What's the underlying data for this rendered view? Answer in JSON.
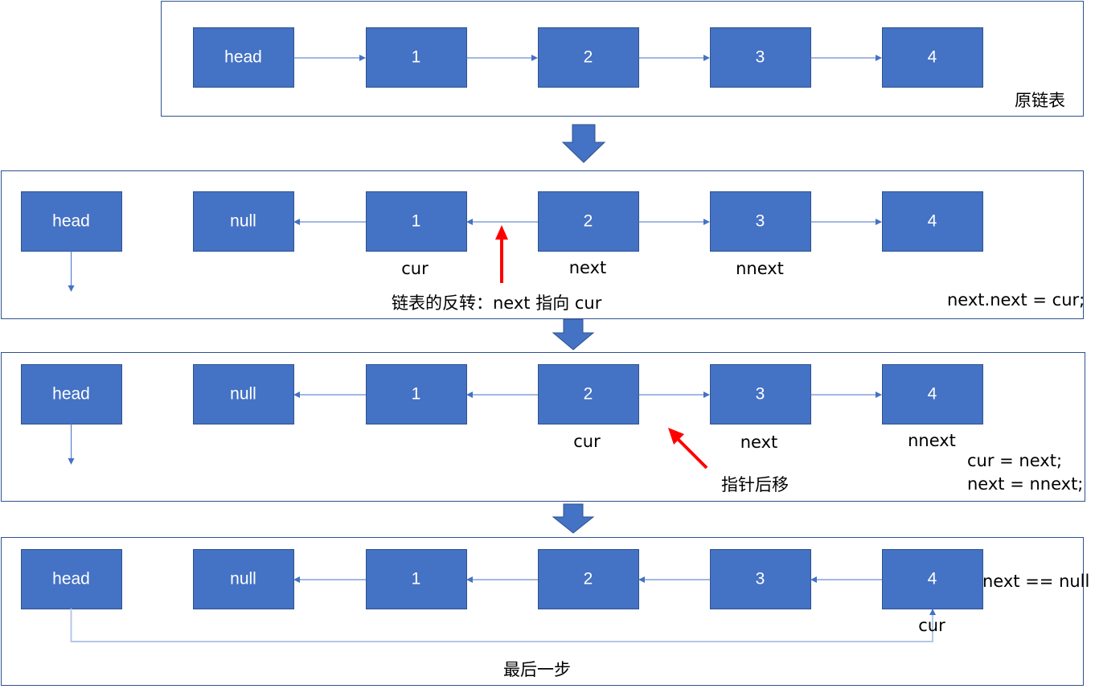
{
  "colors": {
    "node_fill": "#4472C4",
    "node_stroke": "#2F528F",
    "link": "#4472C4",
    "panel_border": "#2F528F",
    "highlight_arrow": "#FF0000"
  },
  "panels": [
    {
      "nodes": [
        "head",
        "1",
        "2",
        "3",
        "4"
      ],
      "caption": "原链表"
    },
    {
      "nodes": [
        "head",
        "null",
        "1",
        "2",
        "3",
        "4"
      ],
      "labels": {
        "cur": "cur",
        "next": "next",
        "nnext": "nnext"
      },
      "annotation": "链表的反转：next 指向 cur",
      "code": "next.next = cur;"
    },
    {
      "nodes": [
        "head",
        "null",
        "1",
        "2",
        "3",
        "4"
      ],
      "labels": {
        "cur": "cur",
        "next": "next",
        "nnext": "nnext"
      },
      "annotation": "指针后移",
      "code_line1": "cur = next;",
      "code_line2": "next = nnext;"
    },
    {
      "nodes": [
        "head",
        "null",
        "1",
        "2",
        "3",
        "4"
      ],
      "labels": {
        "cur": "cur"
      },
      "condition": "next == null",
      "caption": "最后一步"
    }
  ]
}
